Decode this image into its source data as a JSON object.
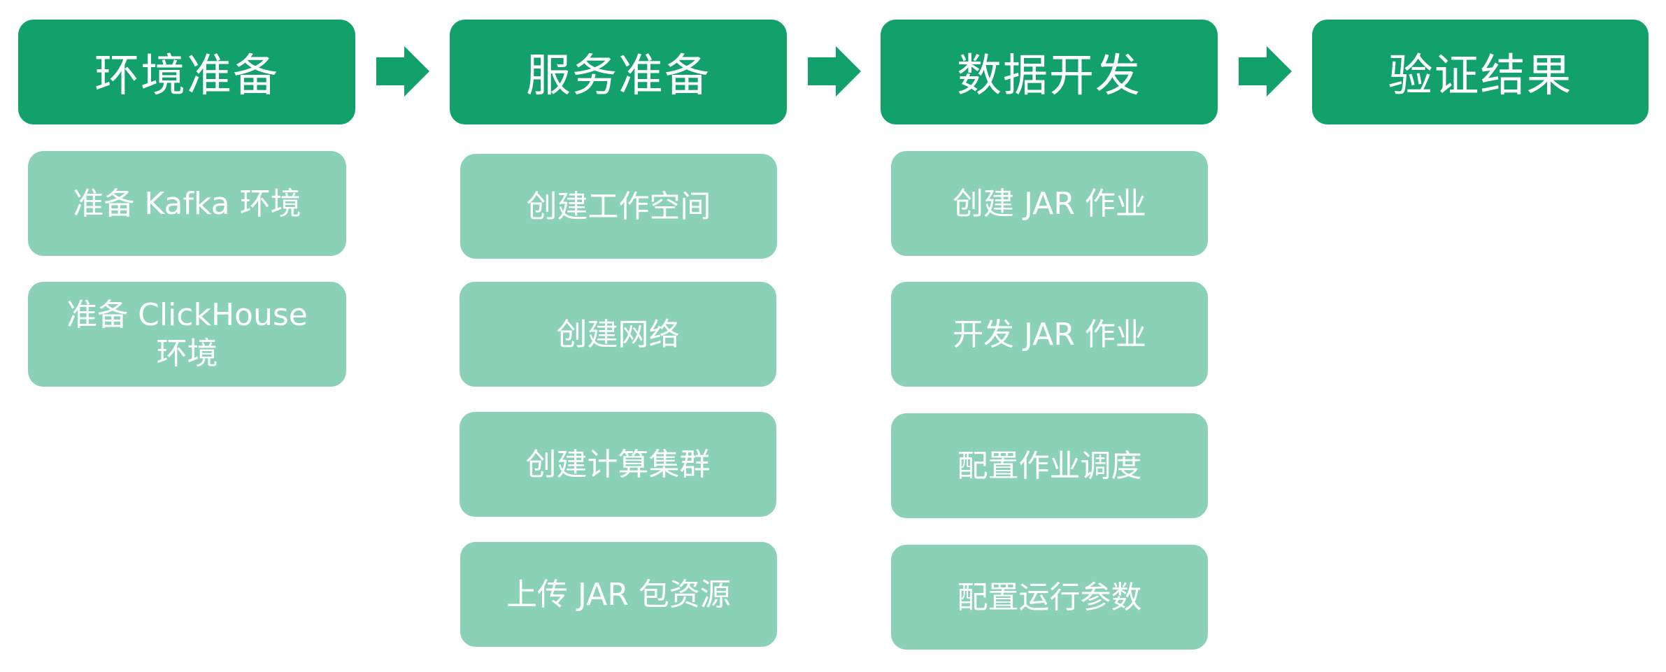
{
  "colors": {
    "stage": "#12a16a",
    "step": "#8bd1b7",
    "text": "#ffffff"
  },
  "icons": [
    "arrow-right-icon"
  ],
  "stages": [
    {
      "title": "环境准备",
      "steps": [
        "准备 Kafka 环境",
        "准备 ClickHouse\n环境"
      ]
    },
    {
      "title": "服务准备",
      "steps": [
        "创建工作空间",
        "创建网络",
        "创建计算集群",
        "上传 JAR 包资源"
      ]
    },
    {
      "title": "数据开发",
      "steps": [
        "创建 JAR 作业",
        "开发 JAR 作业",
        "配置作业调度",
        "配置运行参数"
      ]
    },
    {
      "title": "验证结果",
      "steps": []
    }
  ]
}
